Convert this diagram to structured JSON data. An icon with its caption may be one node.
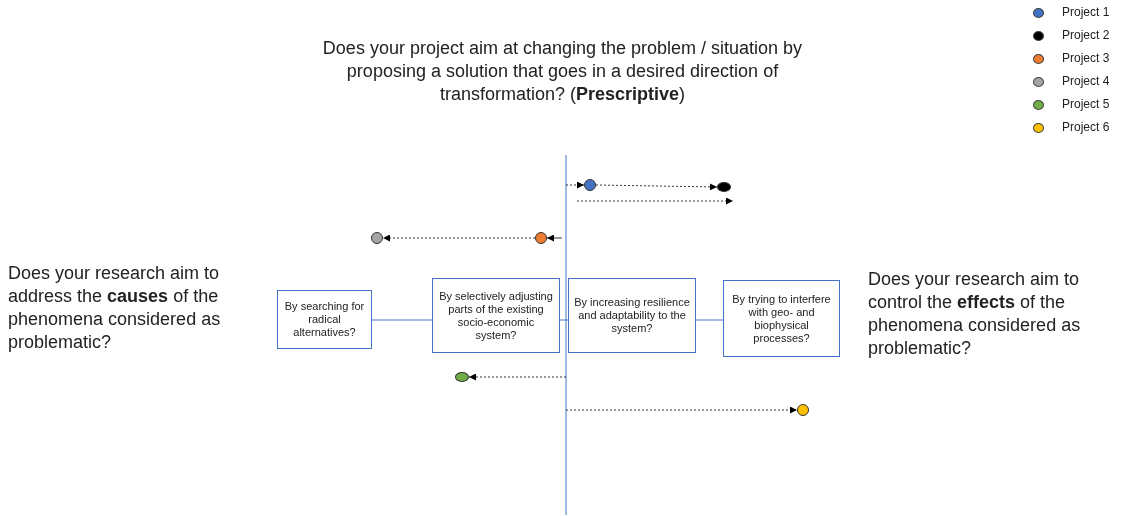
{
  "diagram": {
    "nodes": [
      {
        "text": [],
        "shape": "circle"
      },
      {
        "text": [],
        "shape": "circle"
      },
      {
        "text": [],
        "shape": "circle"
      },
      {
        "text": [],
        "shape": "circle"
      },
      {
        "text": [
          "By searching for radical alternatives?"
        ]
      },
      {
        "text": [
          "By selectively adjusting parts of the existing socio-economic system?"
        ]
      },
      {
        "text": [
          "By increasing resilience and adaptability to the system?"
        ]
      },
      {
        "text": [
          "By trying to interfere with geo- and biophysical processes?"
        ]
      },
      {
        "text": [],
        "shape": "circle"
      },
      {
        "text": [],
        "shape": "circle"
      }
    ],
    "edges": [
      {
        "from": null,
        "to": 0,
        "arrow": "to",
        "style": "dashed"
      },
      {
        "from": 0,
        "to": 1,
        "arrow": "to",
        "style": "dashed"
      },
      {
        "from": null,
        "to": 3,
        "arrow": "to"
      },
      {
        "from": 3,
        "to": 2,
        "arrow": "to",
        "style": "dashed"
      },
      {
        "from": null,
        "to": 8,
        "arrow": "to",
        "style": "dashed"
      },
      {
        "from": null,
        "to": 9,
        "arrow": "to",
        "style": "dashed"
      }
    ],
    "labels": [
      "Does your project aim at changing the problem / situation by proposing a solution that goes in a desired direction of transformation? (**Prescriptive**)",
      "Does your research aim to address the **causes** of the phenomena considered as problematic?",
      "Does your research aim to control the **effects** of the phenomena considered as problematic?"
    ],
    "legend": [
      {
        "text": "Project 1",
        "color": "#4472c4"
      },
      {
        "text": "Project 2",
        "color": "#000000"
      },
      {
        "text": "Project 3",
        "color": "#ed7d31"
      },
      {
        "text": "Project 4",
        "color": "#a5a5a5"
      },
      {
        "text": "Project 5",
        "color": "#70ad47"
      },
      {
        "text": "Project 6",
        "color": "#ffc000"
      }
    ]
  }
}
